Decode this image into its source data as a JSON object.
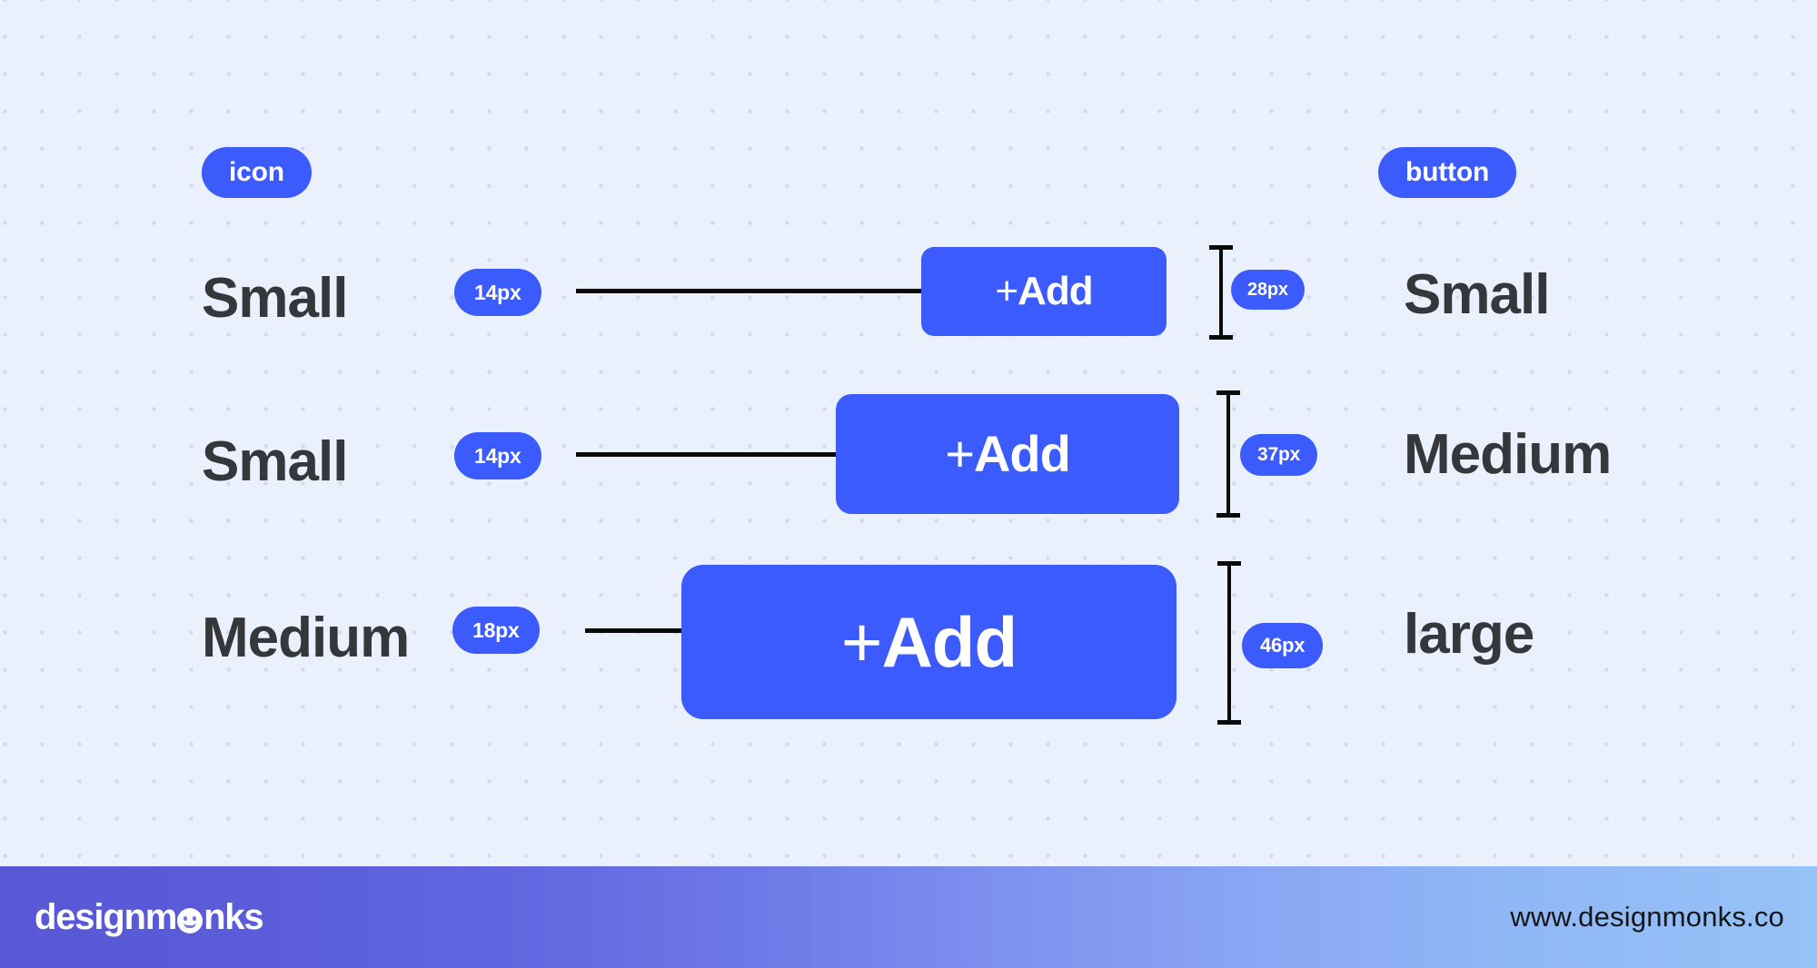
{
  "headers": {
    "icon_pill": "icon",
    "button_pill": "button"
  },
  "rows": [
    {
      "icon_size_label": "Small",
      "icon_size_value": "14px",
      "button_text_plus": "+",
      "button_text_label": "Add",
      "button_height_value": "28px",
      "button_size_label": "Small"
    },
    {
      "icon_size_label": "Small",
      "icon_size_value": "14px",
      "button_text_plus": "+",
      "button_text_label": "Add",
      "button_height_value": "37px",
      "button_size_label": "Medium"
    },
    {
      "icon_size_label": "Medium",
      "icon_size_value": "18px",
      "button_text_plus": "+",
      "button_text_label": "Add",
      "button_height_value": "46px",
      "button_size_label": "large"
    }
  ],
  "footer": {
    "brand_prefix": "designm",
    "brand_suffix": "nks",
    "url": "www.designmonks.co"
  },
  "colors": {
    "accent_blue": "#3b5bfd",
    "canvas_bg": "#eaf0fc",
    "dot_grid": "#d3dbea",
    "text_dark": "#35373b",
    "line_black": "#0a0a0a",
    "footer_gradient_start": "#5858d6",
    "footer_gradient_end": "#95c2f7"
  }
}
